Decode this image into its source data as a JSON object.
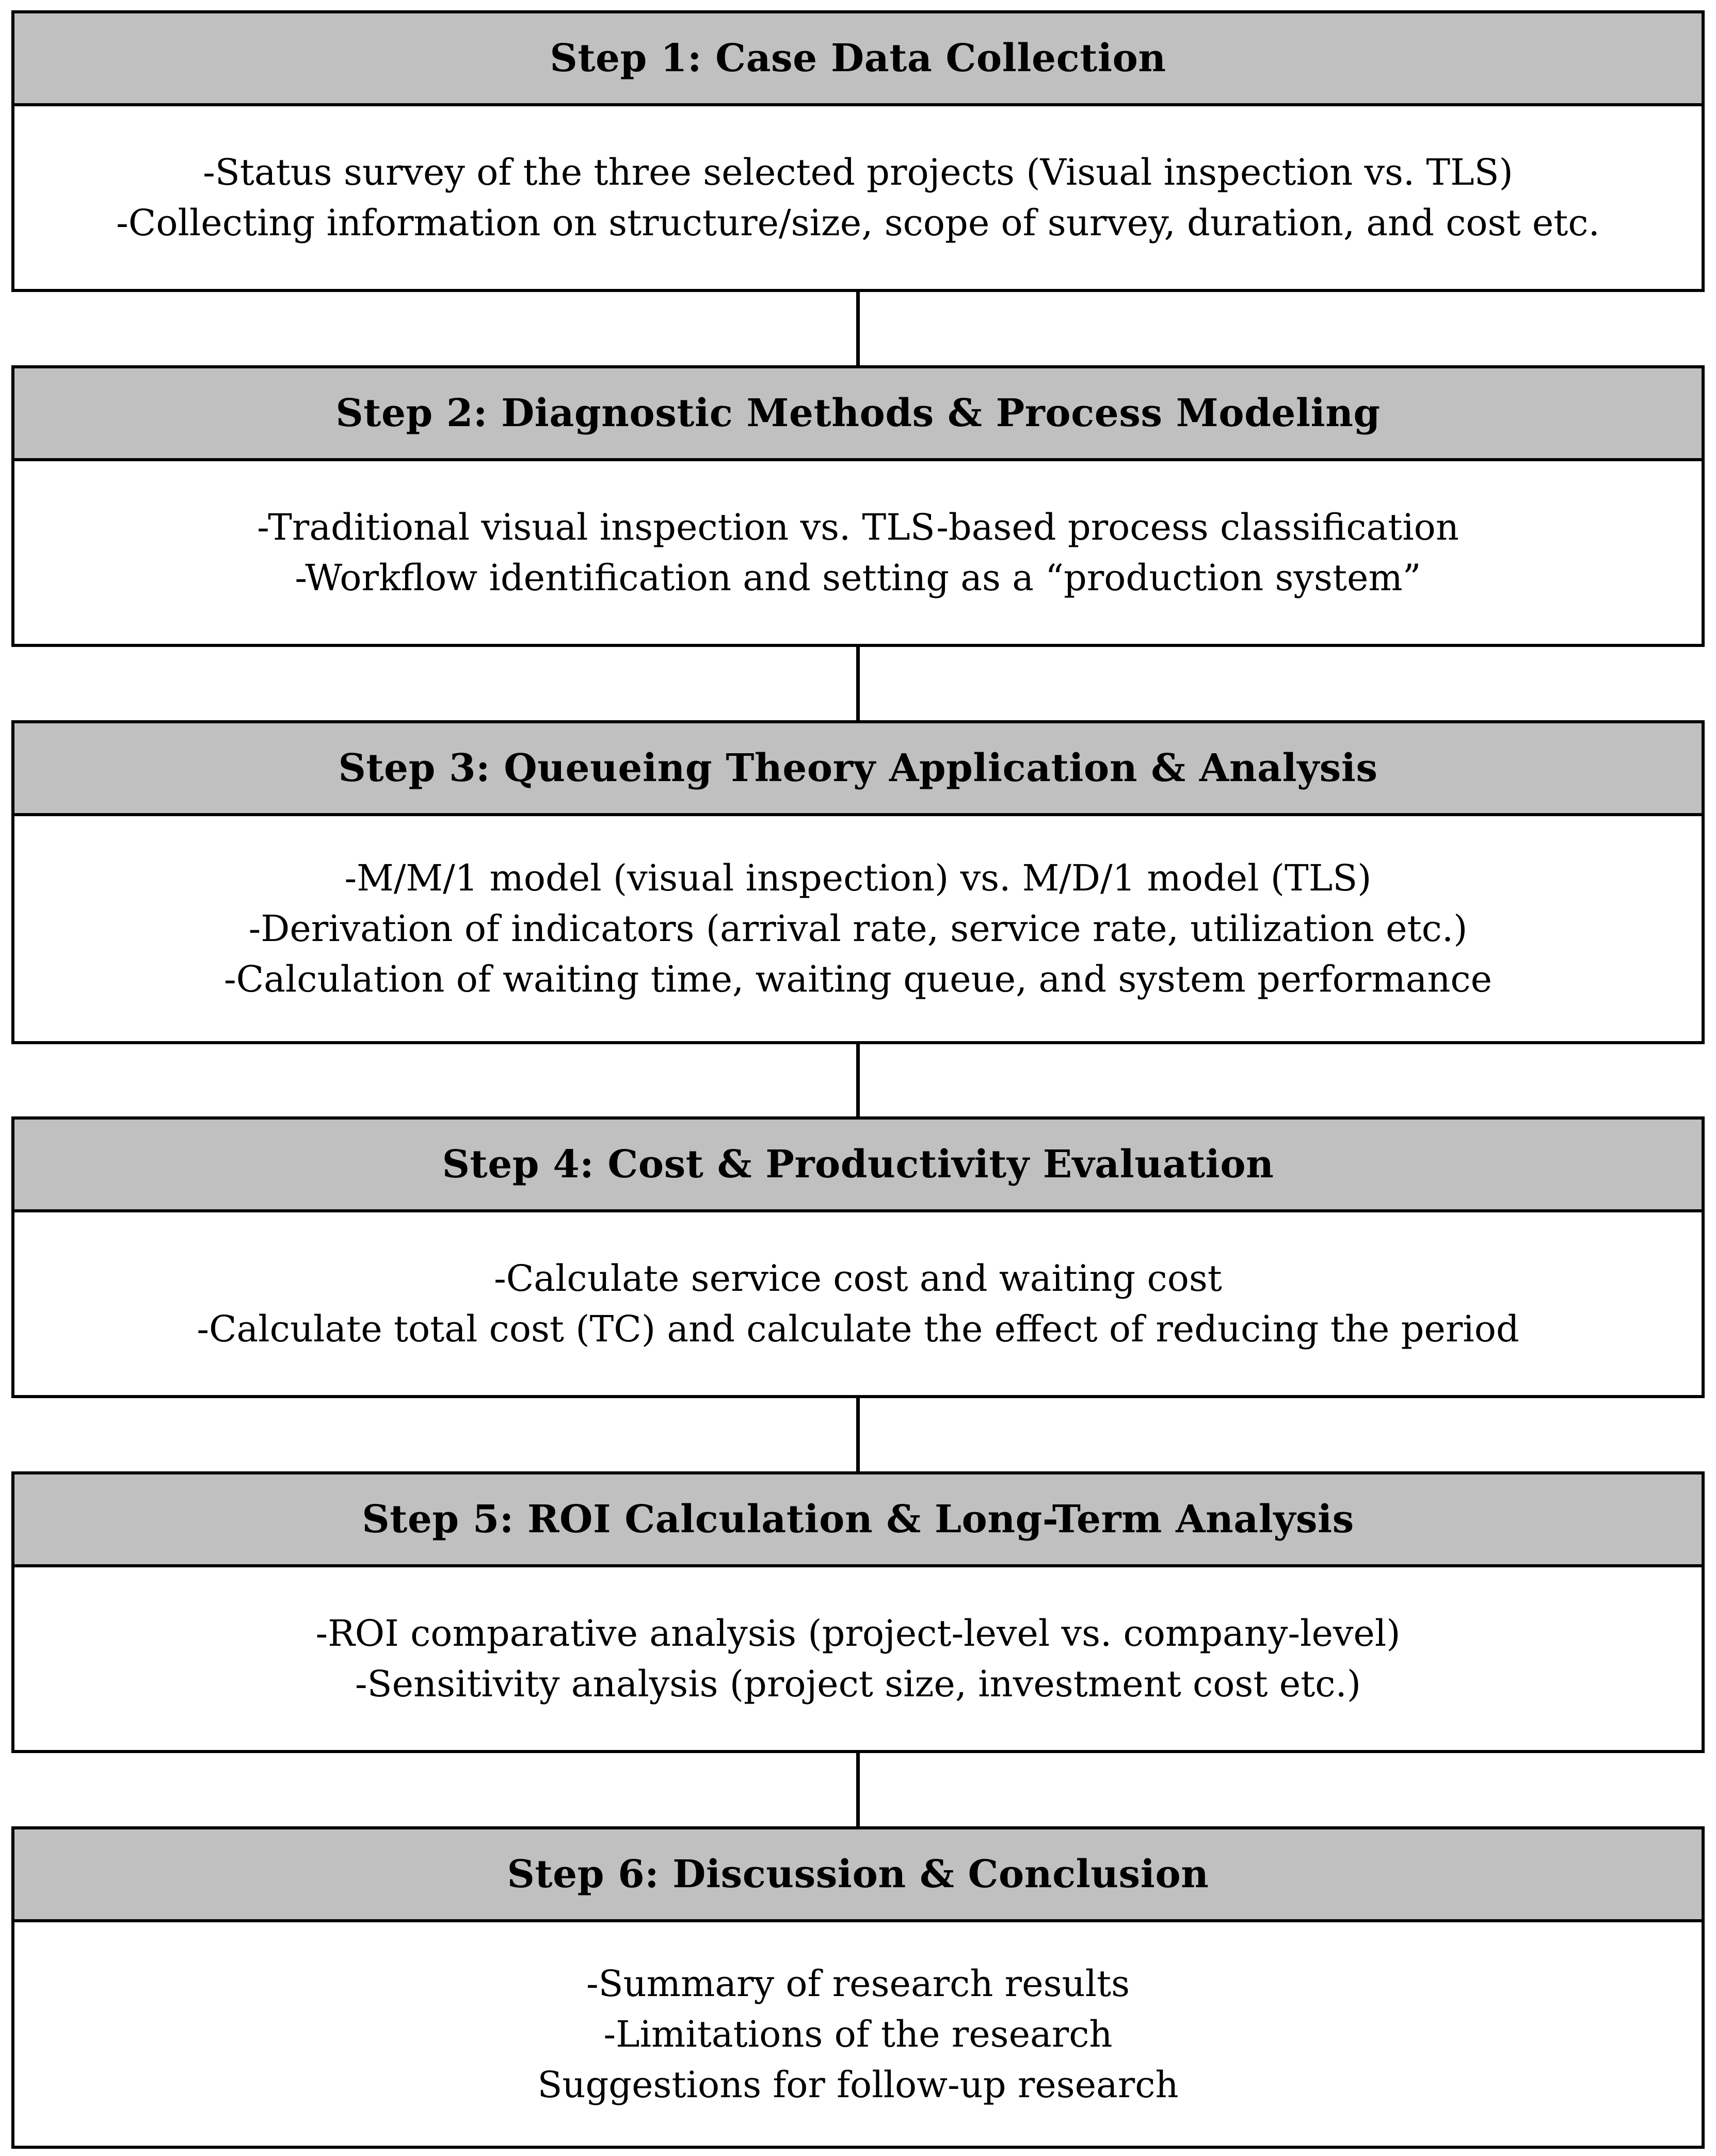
{
  "steps": [
    {
      "title": "Step 1: Case Data Collection",
      "lines": [
        "-Status survey of the three selected projects (Visual inspection vs. TLS)",
        "-Collecting information on structure/size, scope of survey, duration, and cost etc."
      ]
    },
    {
      "title": "Step 2: Diagnostic Methods & Process Modeling",
      "lines": [
        "-Traditional visual inspection vs. TLS-based process classification",
        "-Workflow identification and setting as a “production system”"
      ]
    },
    {
      "title": "Step 3: Queueing Theory Application & Analysis",
      "lines": [
        "-M/M/1 model (visual inspection) vs. M/D/1 model (TLS)",
        "-Derivation of indicators (arrival rate, service rate, utilization etc.)",
        "-Calculation of waiting time, waiting queue, and system performance"
      ]
    },
    {
      "title": "Step 4: Cost & Productivity Evaluation",
      "lines": [
        "-Calculate service cost and waiting cost",
        "-Calculate total cost (TC) and calculate the effect of reducing the period"
      ]
    },
    {
      "title": "Step 5: ROI Calculation & Long-Term Analysis",
      "lines": [
        "-ROI comparative analysis (project-level vs. company-level)",
        "-Sensitivity analysis (project size, investment cost etc.)"
      ]
    },
    {
      "title": "Step 6: Discussion & Conclusion",
      "lines": [
        "-Summary of research results",
        "-Limitations of the research",
        "Suggestions for follow-up research"
      ]
    }
  ]
}
